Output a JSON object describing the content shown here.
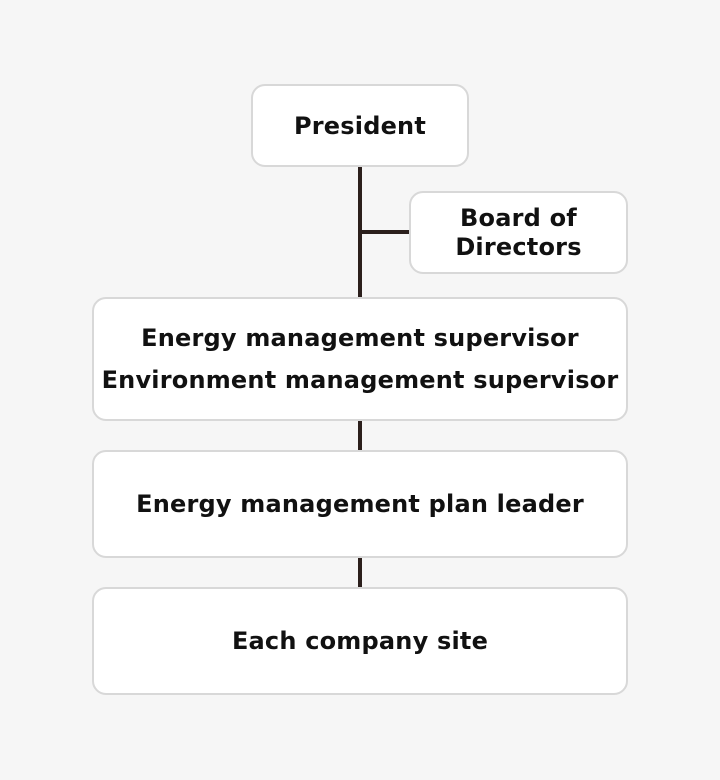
{
  "org_chart": {
    "president": "President",
    "board": {
      "line1": "Board of",
      "line2": "Directors"
    },
    "supervisors": {
      "line1": "Energy management supervisor",
      "line2": "Environment management supervisor"
    },
    "plan_leader": "Energy management plan leader",
    "sites": "Each company site"
  },
  "colors": {
    "background": "#f6f6f6",
    "box_fill": "#ffffff",
    "box_border": "#d8d8d8",
    "connector": "#2b1f1c",
    "text": "#111111"
  }
}
